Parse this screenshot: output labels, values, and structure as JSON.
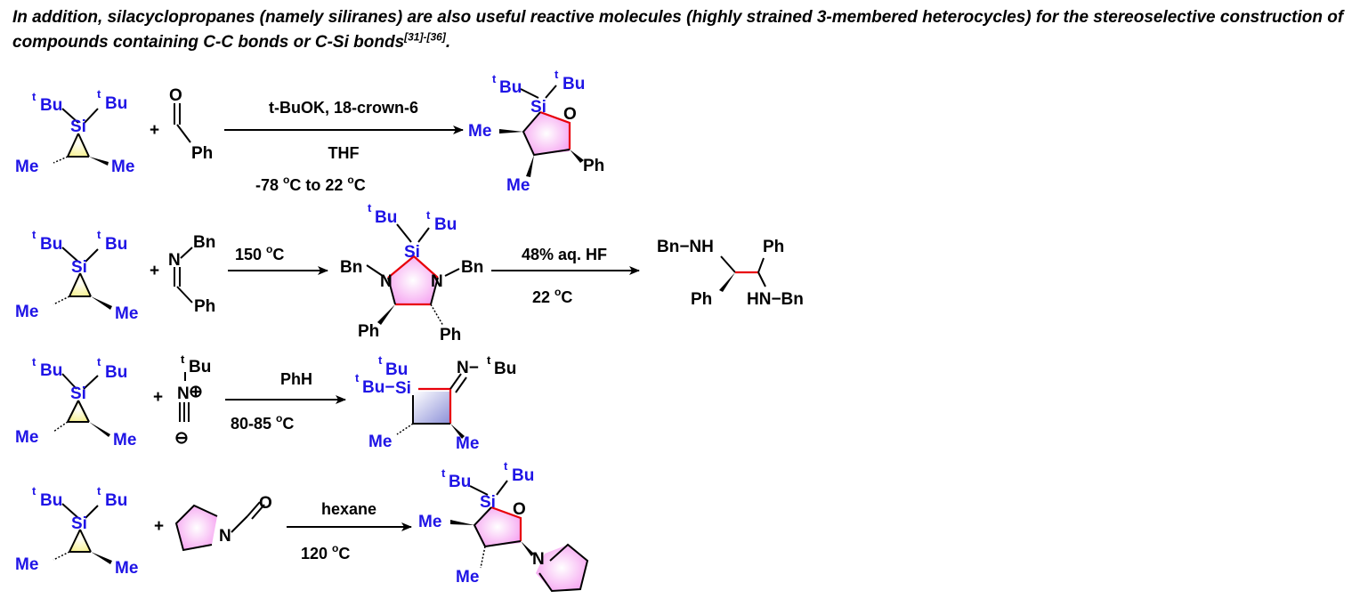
{
  "intro": {
    "text": "In addition, silacyclopropanes (namely siliranes) are also useful reactive molecules (highly strained 3-membered heterocycles) for the stereoselective construction of compounds containing C-C bonds or C-Si bonds",
    "ref": "[31]-[36]",
    "end": "."
  },
  "atoms": {
    "tBu_t": "t",
    "tBu_bu": "Bu",
    "Si": "Si",
    "Me": "Me",
    "O": "O",
    "Ph": "Ph",
    "N": "N",
    "Bn": "Bn",
    "plus": "+",
    "charge_plus": "⊕",
    "charge_minus": "⊖",
    "bn_nh": "Bn−NH",
    "hn_bn": "HN−Bn",
    "n_dash": "N−",
    "tbu_si_dash": "Bu−"
  },
  "reactions": [
    {
      "cond_top": "t-BuOK, 18-crown-6",
      "cond_mid": "THF",
      "cond_bot_a": "-78 ",
      "cond_bot_b": "o",
      "cond_bot_c": "C to 22 ",
      "cond_bot_d": "o",
      "cond_bot_e": "C"
    },
    {
      "cond1_top_a": "150 ",
      "cond1_top_b": "o",
      "cond1_top_c": "C",
      "cond2_top": "48% aq. HF",
      "cond2_bot_a": "22 ",
      "cond2_bot_b": "o",
      "cond2_bot_c": "C"
    },
    {
      "cond_top": "PhH",
      "cond_bot_a": "80-85 ",
      "cond_bot_b": "o",
      "cond_bot_c": "C"
    },
    {
      "cond_top": "hexane",
      "cond_bot_a": "120 ",
      "cond_bot_b": "o",
      "cond_bot_c": "C"
    }
  ],
  "colors": {
    "atom_blue": "#1f14e6",
    "bond_red": "#e8000a",
    "ring_pink": "#f5a0f0",
    "silirane_yellow": "#f6f08a"
  }
}
